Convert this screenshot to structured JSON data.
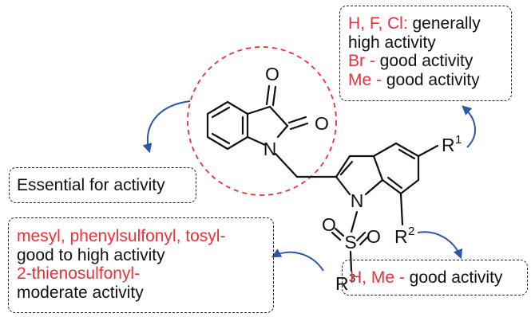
{
  "substituent_notes": {
    "r1": {
      "line1_red": "H, F, Cl:",
      "line1_black": " generally",
      "line2": "high activity",
      "line3_red": "Br -",
      "line3_black": " good activity",
      "line4_red": "Me -",
      "line4_black": " good activity"
    },
    "core": {
      "text": "Essential for activity"
    },
    "r3": {
      "line1_red": "mesyl, phenylsulfonyl, tosyl-",
      "line2": "good to high activity",
      "line3_red": "2-thienosulfonyl-",
      "line4": "moderate activity"
    },
    "r2": {
      "red": "H, Me -",
      "black": " good activity"
    }
  },
  "atoms": {
    "oxygen": "O",
    "nitrogen": "N",
    "sulfur": "S",
    "r_letter": "R",
    "r1_index": "1",
    "r2_index": "2",
    "r3_index": "3"
  },
  "colors": {
    "red_text": "#e8323a",
    "arrow_blue": "#2b57a8",
    "highlight_circle": "#e8323a",
    "bond": "#111111"
  }
}
